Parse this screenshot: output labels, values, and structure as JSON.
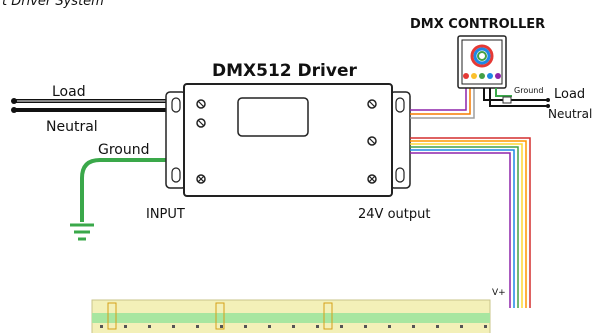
{
  "header_fragment": "t Driver System",
  "driver": {
    "title": "DMX512 Driver"
  },
  "controller": {
    "title": "DMX CONTROLLER"
  },
  "labels": {
    "load_left": "Load",
    "neutral_left": "Neutral",
    "ground_left": "Ground",
    "input": "INPUT",
    "output": "24V output",
    "ground_right": "Ground",
    "load_right": "Load",
    "neutral_right": "Neutral",
    "vplus": "V+"
  },
  "colors": {
    "ground_wire": "#3aa84a",
    "driver_outline": "#222222",
    "strip_pcb": "#f3f0b8",
    "strip_led": "#a8e6a0",
    "rainbow": [
      "#d32f2f",
      "#ff9800",
      "#fdd835",
      "#43a047",
      "#1e88e5",
      "#8e24aa"
    ],
    "controller_rgb": [
      "#e53935",
      "#fbc02d",
      "#43a047",
      "#1e88e5",
      "#8e24aa"
    ]
  }
}
